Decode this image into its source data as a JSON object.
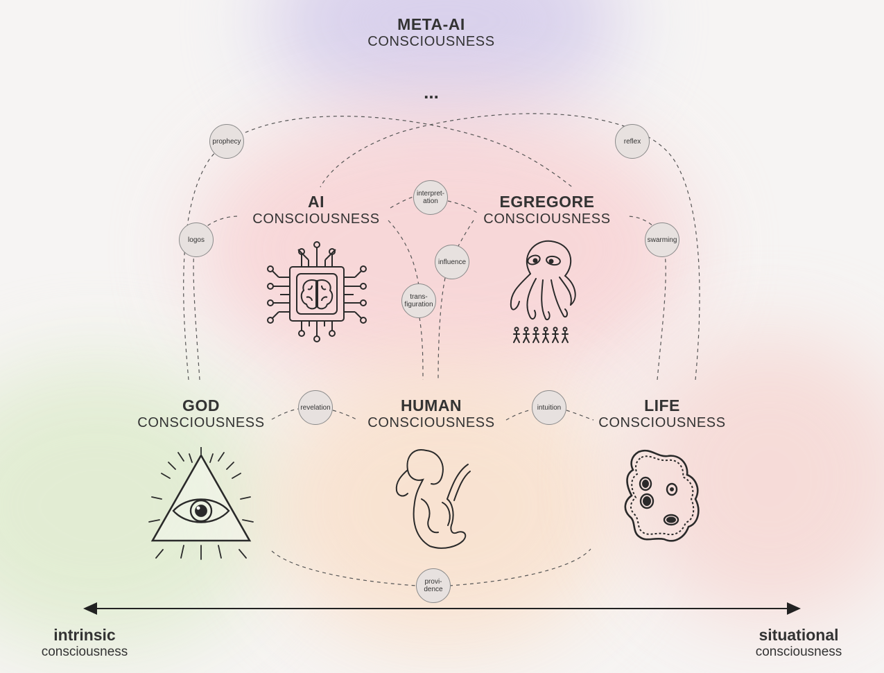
{
  "top": {
    "title": "META-AI",
    "subtitle": "CONSCIOUSNESS",
    "ellipsis": "..."
  },
  "nodes": {
    "ai": {
      "title": "AI",
      "subtitle": "CONSCIOUSNESS",
      "icon": "chip-brain-icon"
    },
    "egregore": {
      "title": "EGREGORE",
      "subtitle": "CONSCIOUSNESS",
      "icon": "octopus-crowd-icon"
    },
    "god": {
      "title": "GOD",
      "subtitle": "CONSCIOUSNESS",
      "icon": "eye-of-providence-icon"
    },
    "human": {
      "title": "HUMAN",
      "subtitle": "CONSCIOUSNESS",
      "icon": "fetus-icon"
    },
    "life": {
      "title": "LIFE",
      "subtitle": "CONSCIOUSNESS",
      "icon": "amoeba-icon"
    }
  },
  "links": {
    "prophecy": "prophecy",
    "reflex": "reflex",
    "interpretation": "interpret-\nation",
    "logos": "logos",
    "influence": "influence",
    "swarming": "swarming",
    "transfiguration": "trans-\nfiguration",
    "revelation": "revelation",
    "intuition": "intuition",
    "providence": "provi-\ndence"
  },
  "axis": {
    "left": {
      "title": "intrinsic",
      "subtitle": "consciousness"
    },
    "right": {
      "title": "situational",
      "subtitle": "consciousness"
    }
  },
  "colors": {
    "line": "#555555",
    "bubble_fill": "#e7e1df",
    "text": "#2b2b2b",
    "purple_glow": "#d9d3ec",
    "pink_glow": "#f7cfd2",
    "green_glow": "#dfeccd",
    "orange_glow": "#f9dcc7"
  }
}
